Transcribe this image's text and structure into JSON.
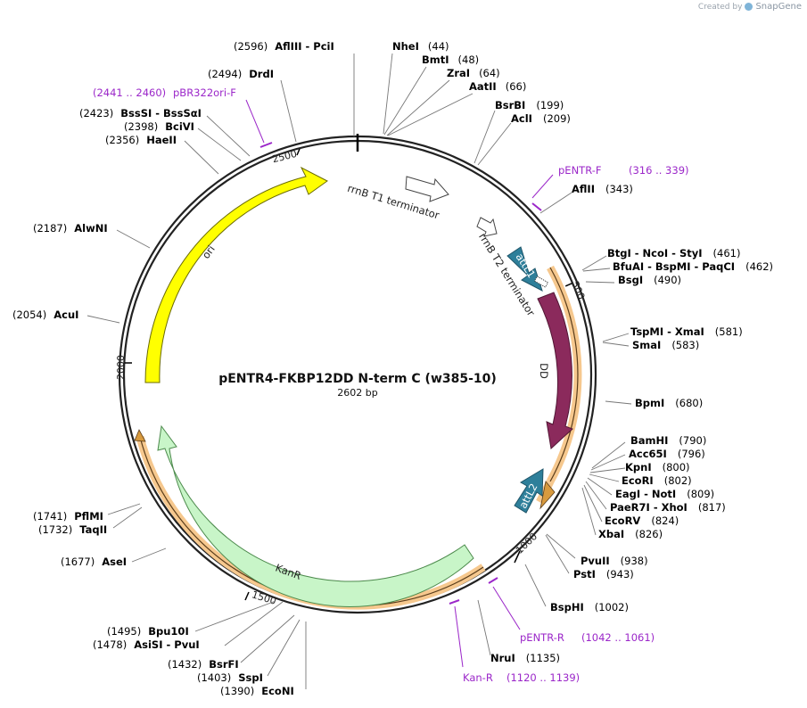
{
  "brand": {
    "created_by": "Created by",
    "app": "SnapGene"
  },
  "plasmid": {
    "name": "pENTR4-FKBP12DD N-term C (w385-10)",
    "length_label": "2602 bp",
    "length": 2602
  },
  "ticks": [
    {
      "pos": 500,
      "label": "500"
    },
    {
      "pos": 1000,
      "label": "1000"
    },
    {
      "pos": 1500,
      "label": "1500"
    },
    {
      "pos": 2000,
      "label": "2000"
    },
    {
      "pos": 2500,
      "label": "2500"
    }
  ],
  "features": [
    {
      "name": "rrnB T1 terminator",
      "type": "terminator"
    },
    {
      "name": "rrnB T2 terminator",
      "type": "terminator"
    },
    {
      "name": "attL1",
      "type": "attL",
      "color": "#2e7f9a"
    },
    {
      "name": "DD",
      "type": "cds",
      "color": "#8b2a5c"
    },
    {
      "name": "attL2",
      "type": "attL",
      "color": "#2e7f9a"
    },
    {
      "name": "KanR",
      "type": "cds",
      "color": "#c8f5c8"
    },
    {
      "name": "ori",
      "type": "origin",
      "color": "#ffff00"
    }
  ],
  "primers": [
    {
      "name": "pENTR-F",
      "range": "(316 .. 339)"
    },
    {
      "name": "pENTR-R",
      "range": "(1042 .. 1061)"
    },
    {
      "name": "Kan-R",
      "range": "(1120 .. 1139)"
    },
    {
      "name": "pBR322ori-F",
      "range": "(2441 .. 2460)"
    }
  ],
  "sites": [
    {
      "name": "NheI",
      "pos": "(44)"
    },
    {
      "name": "BmtI",
      "pos": "(48)"
    },
    {
      "name": "ZraI",
      "pos": "(64)"
    },
    {
      "name": "AatII",
      "pos": "(66)"
    },
    {
      "name": "BsrBI",
      "pos": "(199)"
    },
    {
      "name": "AclI",
      "pos": "(209)"
    },
    {
      "name": "AflII",
      "pos": "(343)"
    },
    {
      "name": "BtgI  -  NcoI  -  StyI",
      "pos": "(461)"
    },
    {
      "name": "BfuAI  -  BspMI  -  PaqCI",
      "pos": "(462)"
    },
    {
      "name": "BsgI",
      "pos": "(490)"
    },
    {
      "name": "TspMI  -  XmaI",
      "pos": "(581)"
    },
    {
      "name": "SmaI",
      "pos": "(583)"
    },
    {
      "name": "BpmI",
      "pos": "(680)"
    },
    {
      "name": "BamHI",
      "pos": "(790)"
    },
    {
      "name": "Acc65I",
      "pos": "(796)"
    },
    {
      "name": "KpnI",
      "pos": "(800)"
    },
    {
      "name": "EcoRI",
      "pos": "(802)"
    },
    {
      "name": "EagI  -  NotI",
      "pos": "(809)"
    },
    {
      "name": "PaeR7I  -  XhoI",
      "pos": "(817)"
    },
    {
      "name": "EcoRV",
      "pos": "(824)"
    },
    {
      "name": "XbaI",
      "pos": "(826)"
    },
    {
      "name": "PvuII",
      "pos": "(938)"
    },
    {
      "name": "PstI",
      "pos": "(943)"
    },
    {
      "name": "BspHI",
      "pos": "(1002)"
    },
    {
      "name": "NruI",
      "pos": "(1135)"
    },
    {
      "name": "AflIII  -  PciI",
      "pos": "(2596)"
    },
    {
      "name": "DrdI",
      "pos": "(2494)"
    },
    {
      "name": "BssSI  -  BssSαI",
      "pos": "(2423)"
    },
    {
      "name": "BciVI",
      "pos": "(2398)"
    },
    {
      "name": "HaeII",
      "pos": "(2356)"
    },
    {
      "name": "AlwNI",
      "pos": "(2187)"
    },
    {
      "name": "AcuI",
      "pos": "(2054)"
    },
    {
      "name": "PflMI",
      "pos": "(1741)"
    },
    {
      "name": "TaqII",
      "pos": "(1732)"
    },
    {
      "name": "AseI",
      "pos": "(1677)"
    },
    {
      "name": "Bpu10I",
      "pos": "(1495)"
    },
    {
      "name": "AsiSI  -  PvuI",
      "pos": "(1478)"
    },
    {
      "name": "BsrFI",
      "pos": "(1432)"
    },
    {
      "name": "SspI",
      "pos": "(1403)"
    },
    {
      "name": "EcoNI",
      "pos": "(1390)"
    }
  ]
}
